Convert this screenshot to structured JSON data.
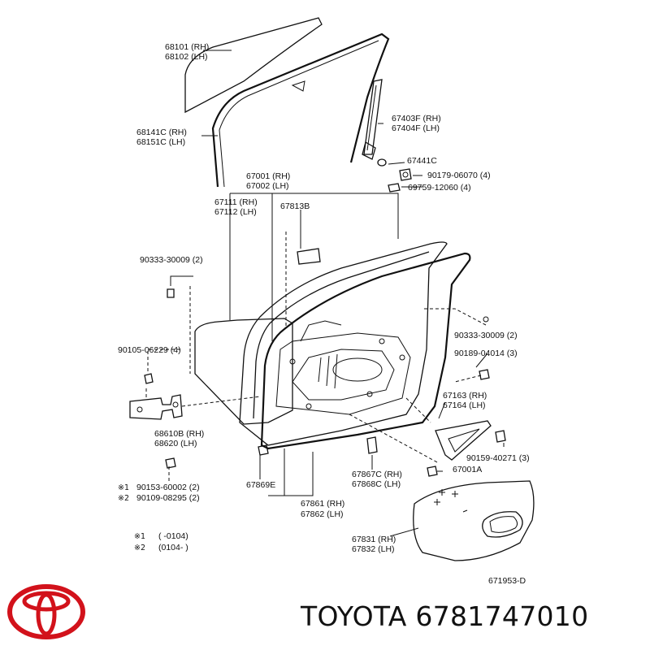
{
  "labels": {
    "glass_rh": "68101 (RH)",
    "glass_lh": "68102 (LH)",
    "run_rh": "68141C (RH)",
    "run_lh": "68151C (LH)",
    "frame_rh": "67001 (RH)",
    "frame_lh": "67002 (LH)",
    "panel_rh": "67111 (RH)",
    "panel_lh": "67112 (LH)",
    "pad": "67813B",
    "plug1": "90333-30009 (2)",
    "bolt1": "90105-06229 (4)",
    "hinge_rh": "68610B (RH)",
    "hinge_lh": "68620    (LH)",
    "screw1": "90153-60002 (2)",
    "screw2": "90109-08295 (2)",
    "mark1": "※1",
    "mark2": "※2",
    "weather": "67869E",
    "seal_rh": "67861 (RH)",
    "seal_lh": "67862 (LH)",
    "channel_rh": "67403F (RH)",
    "channel_lh": "67404F (LH)",
    "clip": "67441C",
    "nut1": "90179-06070 (4)",
    "cushion": "69759-12060 (4)",
    "plug2": "90333-30009 (2)",
    "clip2": "90189-04014 (3)",
    "bracket_rh": "67163 (RH)",
    "bracket_lh": "67164 (LH)",
    "clip3": "90159-40271 (3)",
    "retainer": "67001A",
    "hole_rh": "67867C (RH)",
    "hole_lh": "67868C (LH)",
    "trim_rh": "67831 (RH)",
    "trim_lh": "67832 (LH)",
    "legend1_mark": "※1",
    "legend1_range": "(        -0104)",
    "legend2_mark": "※2",
    "legend2_range": "(0104-        )",
    "code": "671953-D"
  },
  "brand": "TOYOTA 6781747010",
  "logo_icon": "toyota-logo-icon",
  "colors": {
    "logo": "#d2121b",
    "ink": "#111111",
    "background": "#ffffff"
  }
}
